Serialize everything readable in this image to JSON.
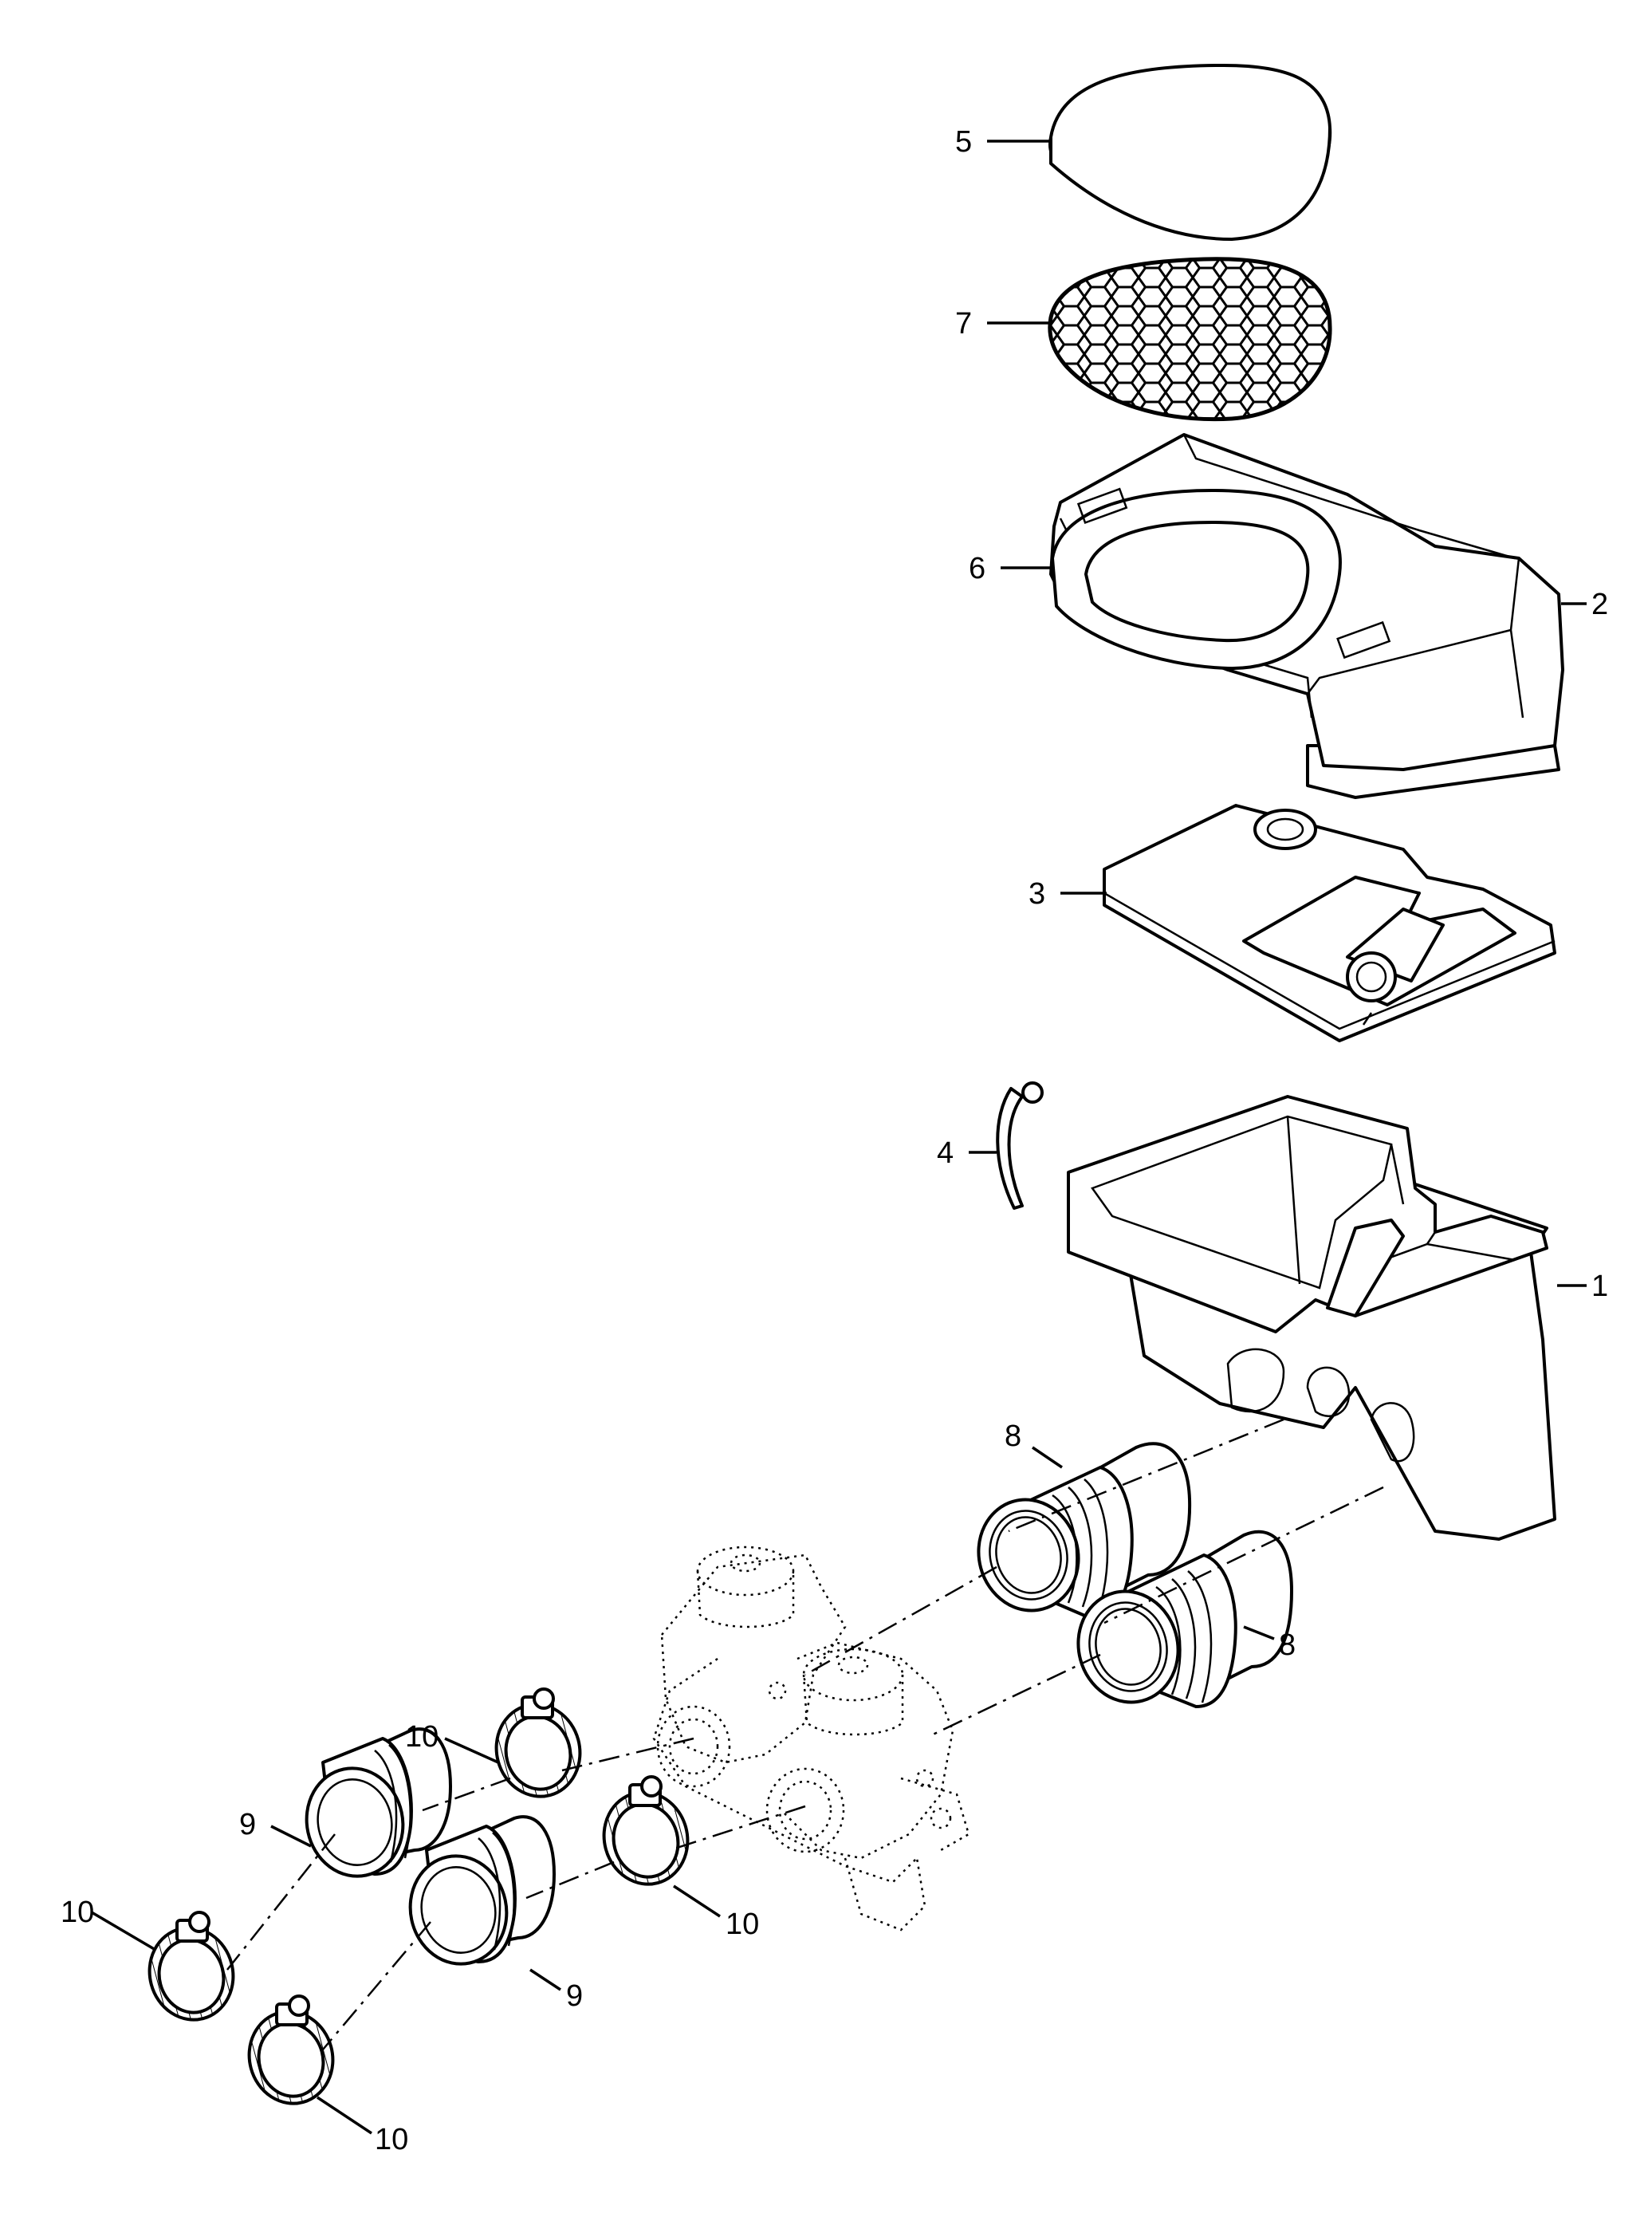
{
  "callouts": [
    {
      "id": "c5",
      "label": "5"
    },
    {
      "id": "c7",
      "label": "7"
    },
    {
      "id": "c6",
      "label": "6"
    },
    {
      "id": "c2",
      "label": "2"
    },
    {
      "id": "c3",
      "label": "3"
    },
    {
      "id": "c4",
      "label": "4"
    },
    {
      "id": "c1",
      "label": "1"
    },
    {
      "id": "c8a",
      "label": "8"
    },
    {
      "id": "c8b",
      "label": "8"
    },
    {
      "id": "c10a",
      "label": "10"
    },
    {
      "id": "c9a",
      "label": "9"
    },
    {
      "id": "c10b",
      "label": "10"
    },
    {
      "id": "c10c",
      "label": "10"
    },
    {
      "id": "c9b",
      "label": "9"
    },
    {
      "id": "c10d",
      "label": "10"
    }
  ]
}
